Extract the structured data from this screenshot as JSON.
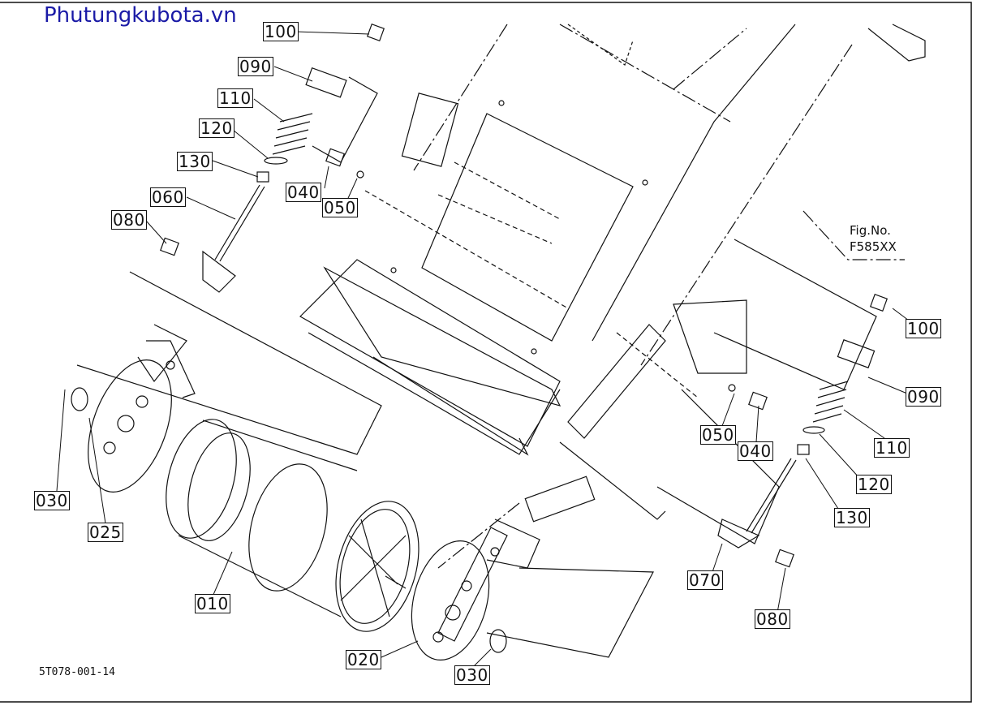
{
  "watermark": "Phutungkubota.vn",
  "drawing_code": "5T078-001-14",
  "figure_reference": {
    "line1": "Fig.No.",
    "line2": "F585XX"
  },
  "colors": {
    "line": "#111111",
    "watermark": "#1a1aa6",
    "background": "#ffffff"
  },
  "callouts": {
    "c100a": "100",
    "c090a": "090",
    "c110a": "110",
    "c120a": "120",
    "c130a": "130",
    "c040a": "040",
    "c050a": "050",
    "c060": "060",
    "c080a": "080",
    "c100b": "100",
    "c090b": "090",
    "c050b": "050",
    "c040b": "040",
    "c110b": "110",
    "c120b": "120",
    "c130b": "130",
    "c070": "070",
    "c080b": "080",
    "c030a": "030",
    "c025": "025",
    "c010": "010",
    "c020": "020",
    "c030b": "030"
  }
}
